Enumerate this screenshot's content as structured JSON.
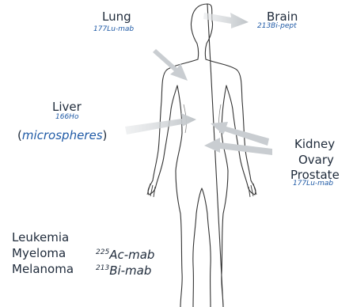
{
  "labels": {
    "lung": {
      "organ": "Lung",
      "isotope": "177Lu-mab"
    },
    "brain": {
      "organ": "Brain",
      "isotope": "213Bi-pept"
    },
    "liver": {
      "organ": "Liver",
      "isotope": "166Ho",
      "extra": "microspheres"
    },
    "kidney": {
      "organs": [
        "Kidney",
        "Ovary",
        "Prostate"
      ],
      "isotope": "177Lu-mab"
    }
  },
  "cancers": [
    "Leukemia",
    "Myeloma",
    "Melanoma"
  ],
  "treatments": [
    {
      "mass": "225",
      "name": "Ac-mab"
    },
    {
      "mass": "213",
      "name": "Bi-mab"
    }
  ],
  "colors": {
    "text": "#1e2a3a",
    "isotope": "#1f5aa6",
    "arrow": "#c9cdd1",
    "outline": "#333333"
  }
}
